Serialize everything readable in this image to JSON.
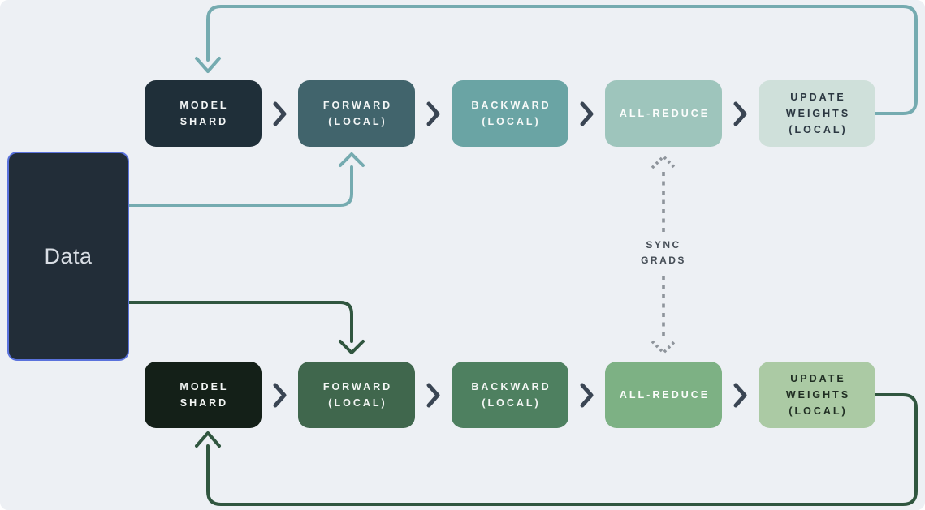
{
  "background": "#edf0f4",
  "chevron_color": "#3a4553",
  "data_box": {
    "label": "Data",
    "fill": "#222d38",
    "border_color": "#5a72dc",
    "text_color": "#d9dee5"
  },
  "connectors": {
    "teal": "#75abb0",
    "green": "#30563f",
    "sync_dash": "#8e949b"
  },
  "sync": {
    "label": "SYNC\nGRADS",
    "text_color": "#454d56"
  },
  "rows": [
    {
      "boxes": [
        {
          "label": "MODEL\nSHARD",
          "fill": "#1f2f39",
          "text_color": "#f3f6f6"
        },
        {
          "label": "FORWARD\n(LOCAL)",
          "fill": "#41646c",
          "text_color": "#f3f6f6"
        },
        {
          "label": "BACKWARD\n(LOCAL)",
          "fill": "#6aa4a4",
          "text_color": "#f6f9f8"
        },
        {
          "label": "ALL-REDUCE",
          "fill": "#9ec5bc",
          "text_color": "#fbfdfc"
        },
        {
          "label": "UPDATE\nWEIGHTS\n(LOCAL)",
          "fill": "#cfe0da",
          "text_color": "#2b3741"
        }
      ]
    },
    {
      "boxes": [
        {
          "label": "MODEL\nSHARD",
          "fill": "#142018",
          "text_color": "#f3f6f4"
        },
        {
          "label": "FORWARD\n(LOCAL)",
          "fill": "#40674d",
          "text_color": "#f3f6f4"
        },
        {
          "label": "BACKWARD\n(LOCAL)",
          "fill": "#4e8060",
          "text_color": "#f3f6f4"
        },
        {
          "label": "ALL-REDUCE",
          "fill": "#7db184",
          "text_color": "#fbfdfb"
        },
        {
          "label": "UPDATE\nWEIGHTS\n(LOCAL)",
          "fill": "#abcaa4",
          "text_color": "#1f2d22"
        }
      ]
    }
  ]
}
